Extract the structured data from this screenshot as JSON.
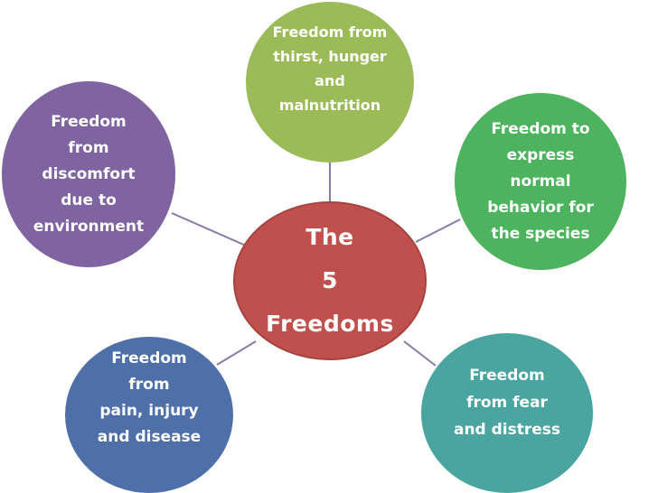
{
  "diagram": {
    "center": {
      "lines": [
        "The",
        "5",
        "Freedoms"
      ],
      "color": "#c0504d"
    },
    "satellites": [
      {
        "id": "top",
        "lines": [
          "Freedom from",
          "thirst, hunger",
          "and",
          "malnutrition"
        ],
        "color": "#9bbb59"
      },
      {
        "id": "left",
        "lines": [
          "Freedom",
          "from",
          "discomfort",
          "due to",
          "environment"
        ],
        "color": "#8064a2"
      },
      {
        "id": "right",
        "lines": [
          "Freedom to",
          "express",
          "normal",
          "behavior for",
          "the species"
        ],
        "color": "#4eb35e"
      },
      {
        "id": "bottom-left",
        "lines": [
          "Freedom",
          "from",
          "pain, injury",
          "and disease"
        ],
        "color": "#4f6fa8"
      },
      {
        "id": "bottom-right",
        "lines": [
          "Freedom",
          "from fear",
          "and distress"
        ],
        "color": "#4aa5a0"
      }
    ],
    "connector_color": "#8a7aa8"
  }
}
